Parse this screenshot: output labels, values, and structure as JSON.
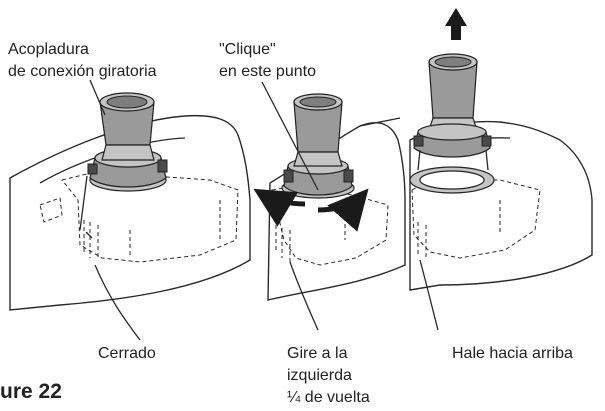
{
  "callouts": {
    "coupling": [
      "Acopladura",
      "de conexión giratoria"
    ],
    "click": [
      "\"Clique\"",
      "en este punto"
    ]
  },
  "captions": {
    "closed": "Cerrado",
    "turn": [
      "Gire a la",
      "izquierda",
      "¼ de vuelta"
    ],
    "pull": "Hale hacia arriba"
  },
  "figure_label": "ure 22"
}
